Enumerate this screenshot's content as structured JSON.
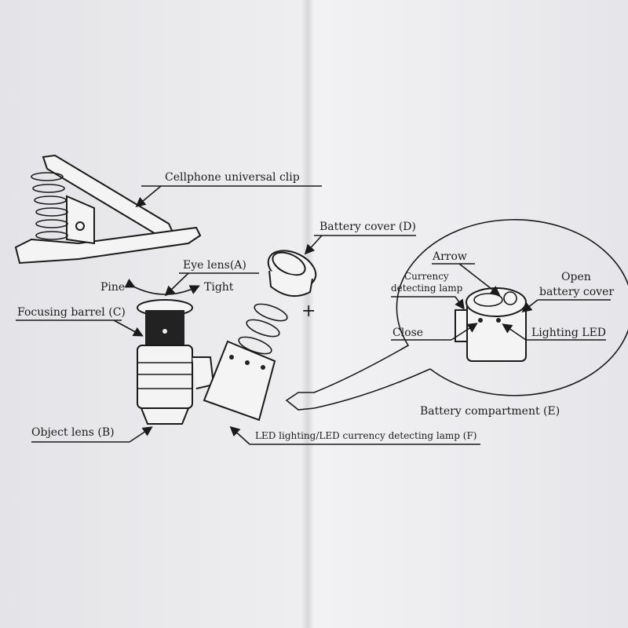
{
  "labels": {
    "clip": "Cellphone universal clip",
    "battery_cover": "Battery cover (D)",
    "eye_lens": "Eye lens(A)",
    "pine": "Pine",
    "tight": "Tight",
    "focusing_barrel": "Focusing barrel (C)",
    "object_lens": "Object lens (B)",
    "led_lamp": "LED lighting/LED currency detecting lamp (F)",
    "plus": "+"
  },
  "callout": {
    "arrow": "Arrow",
    "currency_1": "Currency",
    "currency_2": "detecting lamp",
    "open_1": "Open",
    "open_2": "battery cover",
    "close": "Close",
    "lighting_led": "Lighting LED",
    "title": "Battery compartment (E)"
  }
}
